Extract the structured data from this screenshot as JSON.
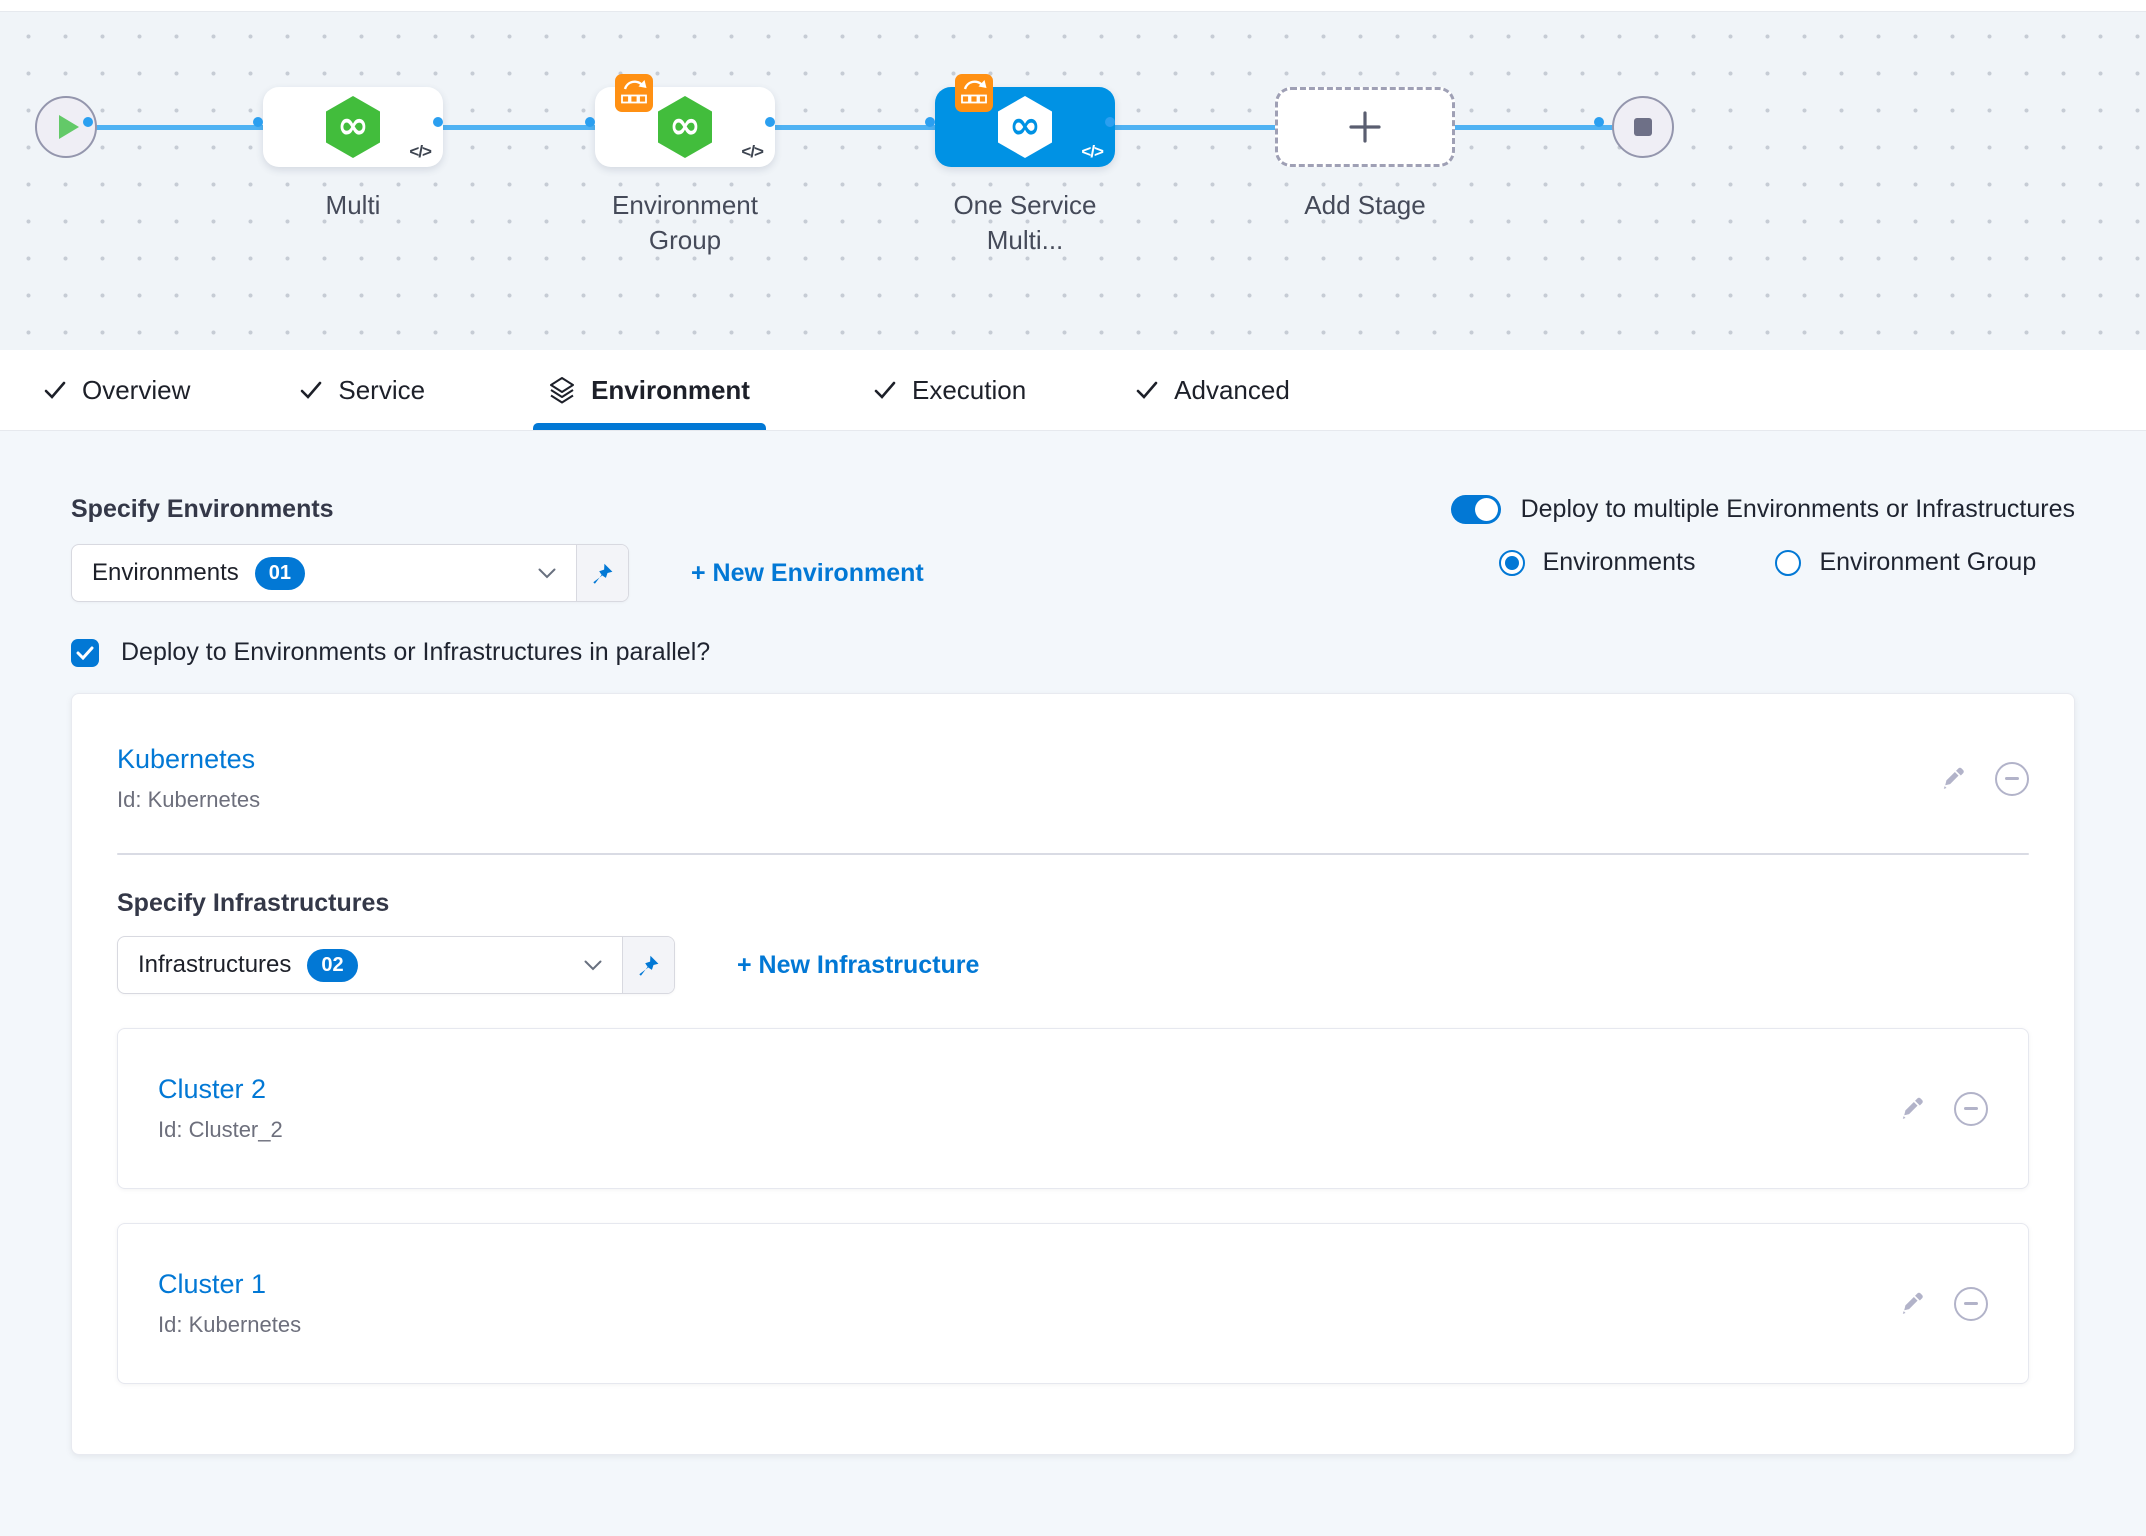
{
  "pipeline": {
    "code_icon": "</>",
    "stages": [
      {
        "label": "Multi",
        "selected": false,
        "has_badge": false
      },
      {
        "label": "Environment Group",
        "selected": false,
        "has_badge": true
      },
      {
        "label": "One Service Multi...",
        "selected": true,
        "has_badge": true
      }
    ],
    "add_stage_label": "Add Stage"
  },
  "tabs": [
    {
      "label": "Overview",
      "icon": "check-icon",
      "selected": false
    },
    {
      "label": "Service",
      "icon": "check-icon",
      "selected": false
    },
    {
      "label": "Environment",
      "icon": "layers-icon",
      "selected": true
    },
    {
      "label": "Execution",
      "icon": "check-icon",
      "selected": false
    },
    {
      "label": "Advanced",
      "icon": "check-icon",
      "selected": false
    }
  ],
  "environment_tab": {
    "specify_environments_label": "Specify Environments",
    "environments_select": {
      "label": "Environments",
      "count_badge": "01"
    },
    "new_environment_link": "+ New Environment",
    "deploy_multiple_toggle_label": "Deploy to multiple Environments or Infrastructures",
    "radio_environments": "Environments",
    "radio_environment_group": "Environment Group",
    "parallel_checkbox_label": "Deploy to Environments or Infrastructures in parallel?",
    "environment_card": {
      "name": "Kubernetes",
      "id": "Id: Kubernetes",
      "specify_infrastructures_label": "Specify Infrastructures",
      "infrastructures_select": {
        "label": "Infrastructures",
        "count_badge": "02"
      },
      "new_infrastructure_link": "+ New Infrastructure",
      "infrastructures": [
        {
          "name": "Cluster 2",
          "id": "Id: Cluster_2"
        },
        {
          "name": "Cluster 1",
          "id": "Id: Kubernetes"
        }
      ]
    }
  },
  "colors": {
    "accent_blue": "#0278d5",
    "selected_node_blue": "#0092e4",
    "connector_blue": "#4fb2f3",
    "stage_green": "#42bd3c",
    "badge_orange": "#ff9013",
    "icon_grey": "#b2b3c9"
  }
}
